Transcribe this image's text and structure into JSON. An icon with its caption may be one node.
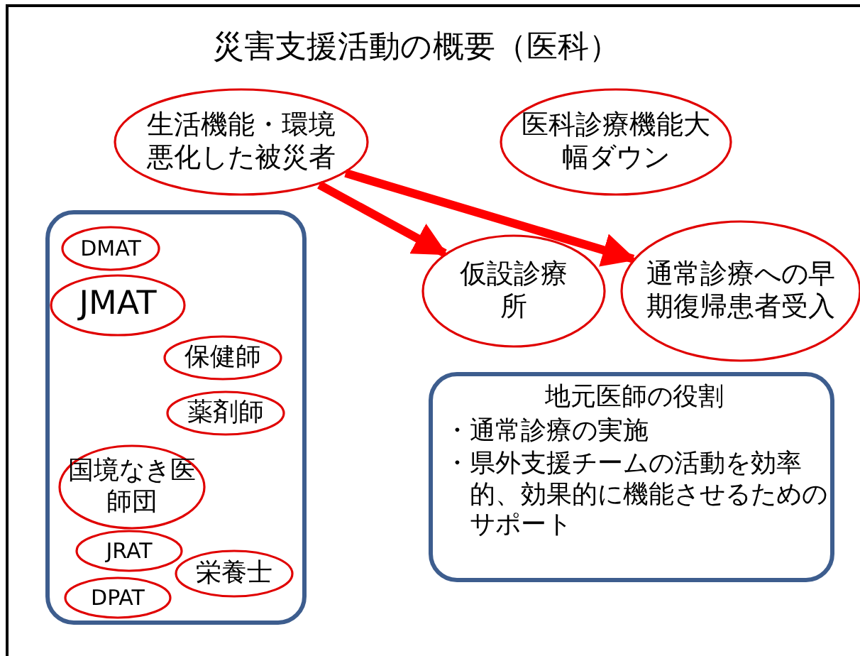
{
  "diagram": {
    "title": "災害支援活動の概要（医科）",
    "nodes": [
      {
        "text": [
          "生活機能・環境悪化した被災者"
        ]
      },
      {
        "text": [
          "医科診療機能大幅ダウン"
        ]
      },
      {
        "text": [
          "仮設診療所"
        ]
      },
      {
        "text": [
          "通常診療への早期復帰患者受入"
        ]
      },
      {
        "text": [],
        "shape": "box"
      },
      {
        "text": [
          "DMAT"
        ],
        "in": 4
      },
      {
        "text": [
          "JMAT"
        ],
        "in": 4
      },
      {
        "text": [
          "保健師"
        ],
        "in": 4
      },
      {
        "text": [
          "薬剤師"
        ],
        "in": 4
      },
      {
        "text": [
          "国境なき医師団"
        ],
        "in": 4
      },
      {
        "text": [
          "JRAT"
        ],
        "in": 4
      },
      {
        "text": [
          "栄養士"
        ],
        "in": 4
      },
      {
        "text": [
          "DPAT"
        ],
        "in": 4
      },
      {
        "text": [
          "地元医師の役割",
          "・通常診療の実施",
          "・県外支援チームの活動を効率的、効果的に機能させるためのサポート"
        ]
      }
    ],
    "edges": [
      {
        "from": 0,
        "to": 2,
        "arrow": "to"
      },
      {
        "from": 0,
        "to": 3,
        "arrow": "to"
      }
    ]
  }
}
